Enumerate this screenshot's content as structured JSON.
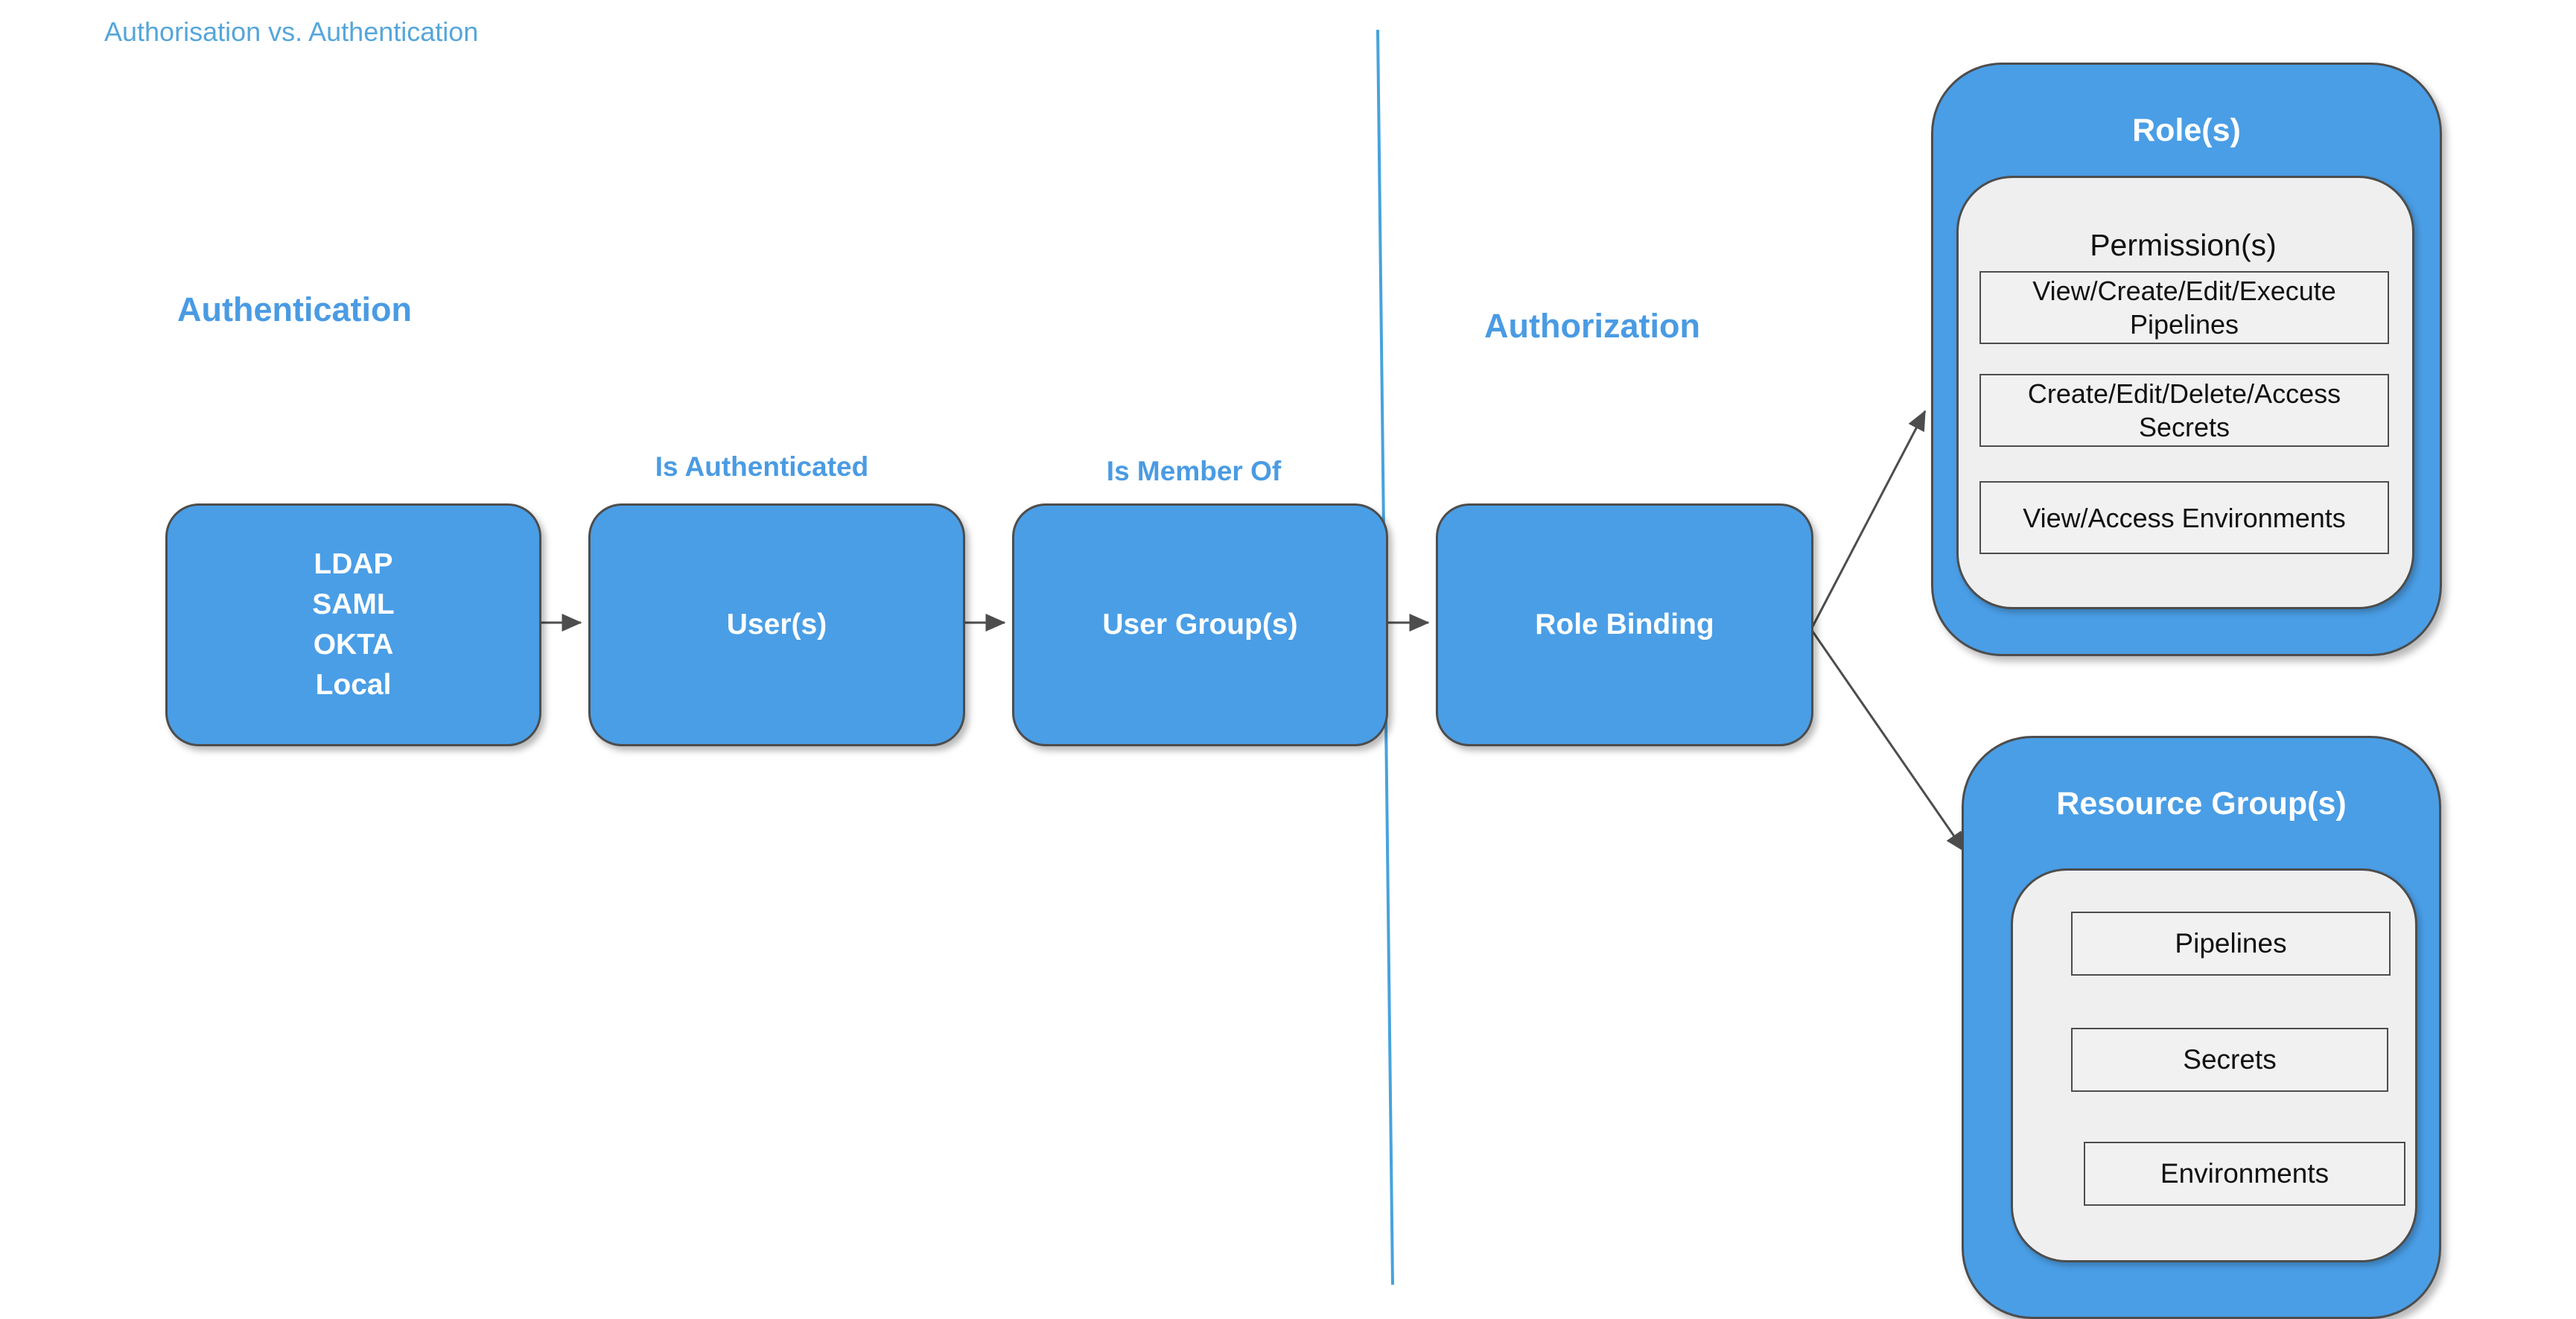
{
  "page_title": "Authorisation vs. Authentication",
  "sections": {
    "authentication": {
      "label": "Authentication"
    },
    "authorization": {
      "label": "Authorization"
    }
  },
  "flow": {
    "identity_providers": {
      "text": "LDAP\nSAML\nOKTA\nLocal"
    },
    "users": {
      "label": "User(s)"
    },
    "user_groups": {
      "label": "User Group(s)"
    },
    "role_binding": {
      "label": "Role Binding"
    },
    "edges": {
      "is_authenticated": "Is Authenticated",
      "is_member_of": "Is Member Of"
    }
  },
  "roles": {
    "title": "Role(s)",
    "permissions": {
      "title": "Permission(s)",
      "items": [
        "View/Create/Edit/Execute Pipelines",
        "Create/Edit/Delete/Access Secrets",
        "View/Access Environments"
      ]
    }
  },
  "resource_groups": {
    "title": "Resource Group(s)",
    "items": [
      "Pipelines",
      "Secrets",
      "Environments"
    ]
  },
  "colors": {
    "node_fill": "#4a9ee6",
    "node_border": "#4d4d4d",
    "heading_blue": "#4a9be3",
    "page_title_blue": "#55a6da",
    "inner_container_gray": "#efefef",
    "divider_blue": "#47a3dc",
    "arrow_gray": "#4d4d4d",
    "node_text": "#ffffff",
    "item_text": "#111111"
  }
}
